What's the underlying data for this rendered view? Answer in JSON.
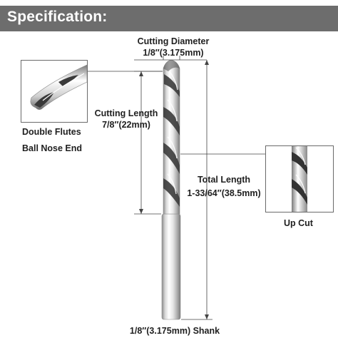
{
  "header": {
    "title": "Specification:"
  },
  "cutting_diameter": {
    "label": "Cutting Diameter",
    "value": "1/8″(3.175mm)"
  },
  "cutting_length": {
    "label": "Cutting Length",
    "value": "7/8″(22mm)"
  },
  "total_length": {
    "label": "Total Length",
    "value": "1-33/64″(38.5mm)"
  },
  "shank": {
    "label": "1/8″(3.175mm) Shank"
  },
  "left_inset": {
    "line1": "Double Flutes",
    "line2": "Ball Nose End"
  },
  "right_inset": {
    "label": "Up Cut"
  },
  "colors": {
    "header_bg": "#6d6d6d",
    "header_text": "#ffffff",
    "dimension_line": "#444444"
  }
}
